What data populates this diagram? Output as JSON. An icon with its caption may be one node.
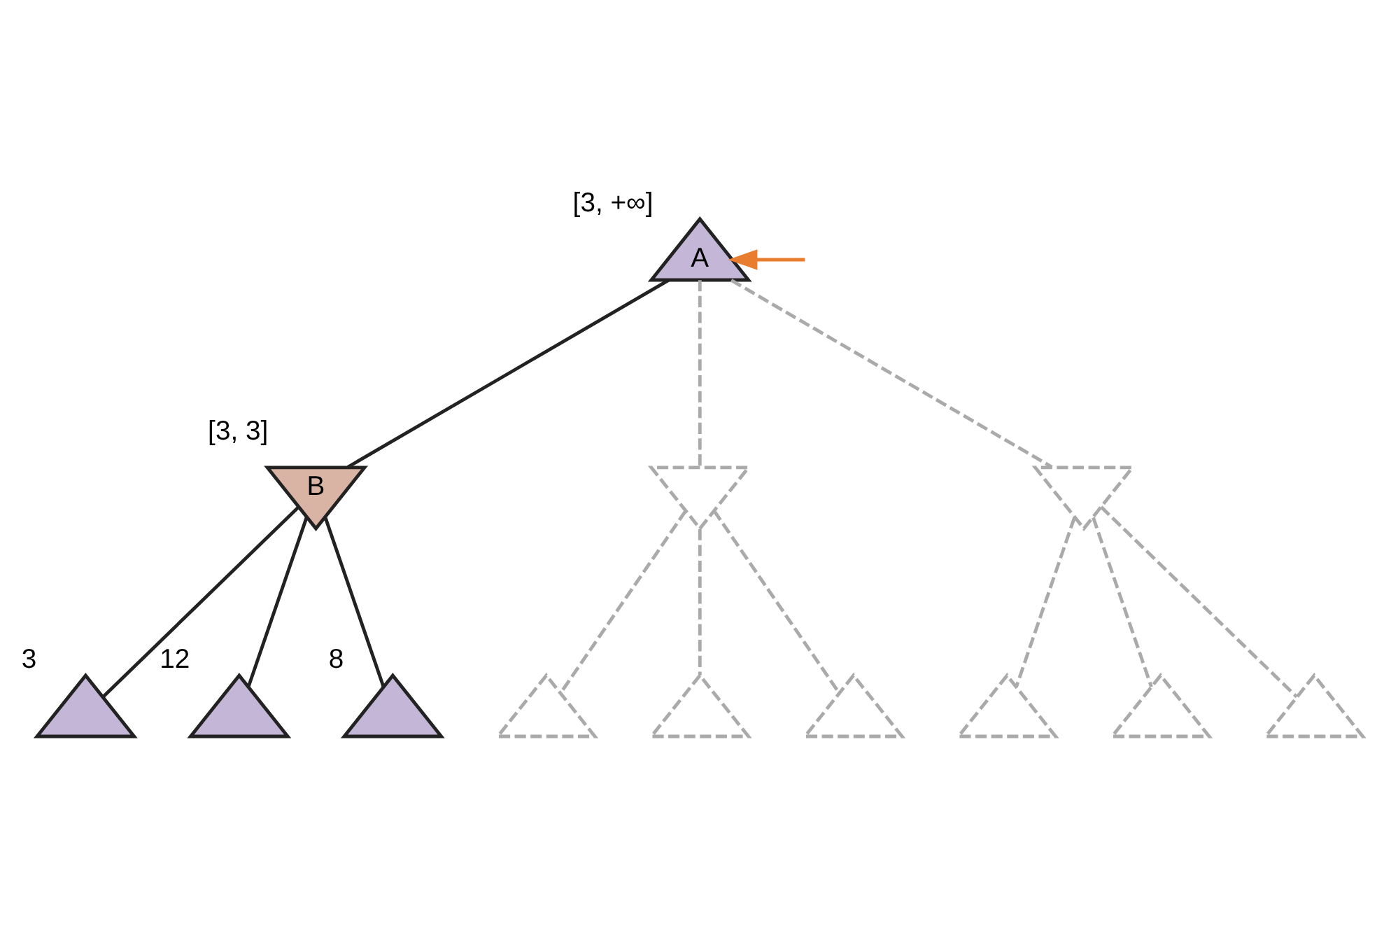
{
  "diagram": {
    "nodes": [
      {
        "text": [
          "A"
        ],
        "beside": [
          "[3, +∞]"
        ]
      },
      {
        "text": [
          "B"
        ],
        "beside": [
          "[3, 3]"
        ]
      },
      {
        "text": [],
        "shape": "triangle",
        "beside": [
          "3"
        ]
      },
      {
        "text": [],
        "shape": "triangle",
        "beside": [
          "12"
        ]
      },
      {
        "text": [],
        "shape": "triangle",
        "beside": [
          "8"
        ]
      },
      {
        "text": [],
        "shape": "triangle"
      },
      {
        "text": [],
        "shape": "triangle"
      },
      {
        "text": [],
        "shape": "triangle"
      },
      {
        "text": [],
        "shape": "triangle"
      },
      {
        "text": [],
        "shape": "triangle"
      },
      {
        "text": [],
        "shape": "triangle"
      },
      {
        "text": [],
        "shape": "triangle"
      },
      {
        "text": [],
        "shape": "triangle"
      }
    ],
    "edges": [
      {
        "from": null,
        "to": 0,
        "arrow": "to",
        "color": "#e87d2f"
      },
      {
        "from": 0,
        "to": 1,
        "arrow": "none",
        "color": "#222222"
      },
      {
        "from": 1,
        "to": 2,
        "arrow": "none",
        "color": "#222222"
      },
      {
        "from": 1,
        "to": 3,
        "arrow": "none",
        "color": "#222222"
      },
      {
        "from": 1,
        "to": 4,
        "arrow": "none",
        "color": "#222222"
      },
      {
        "from": 0,
        "to": 5,
        "arrow": "none",
        "style": "dashed",
        "color": "#aaaaaa"
      },
      {
        "from": 0,
        "to": 6,
        "arrow": "none",
        "style": "dashed",
        "color": "#aaaaaa"
      },
      {
        "from": 5,
        "to": 7,
        "arrow": "none",
        "style": "dashed",
        "color": "#aaaaaa"
      },
      {
        "from": 5,
        "to": 8,
        "arrow": "none",
        "style": "dashed",
        "color": "#aaaaaa"
      },
      {
        "from": 5,
        "to": 9,
        "arrow": "none",
        "style": "dashed",
        "color": "#aaaaaa"
      },
      {
        "from": 6,
        "to": 10,
        "arrow": "none",
        "style": "dashed",
        "color": "#aaaaaa"
      },
      {
        "from": 6,
        "to": 11,
        "arrow": "none",
        "style": "dashed",
        "color": "#aaaaaa"
      },
      {
        "from": 6,
        "to": 12,
        "arrow": "none",
        "style": "dashed",
        "color": "#aaaaaa"
      }
    ]
  }
}
